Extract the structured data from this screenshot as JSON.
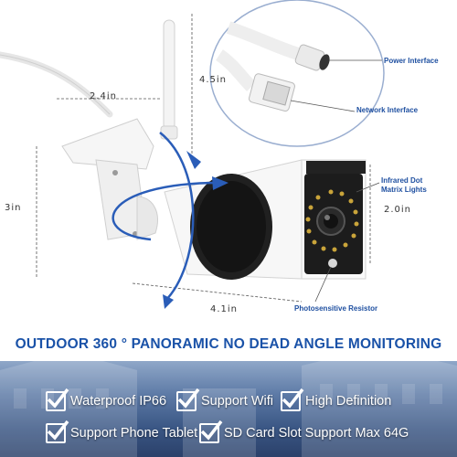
{
  "dimensions": {
    "width_top": "2.4in",
    "height_left": "3in",
    "height_antenna": "4.5in",
    "lens_height": "2.0in",
    "length_bottom": "4.1in"
  },
  "callouts": {
    "power": "Power Interface",
    "network": "Network Interface",
    "infrared": "Infrared Dot Matrix Lights",
    "photosensitive": "Photosensitive Resistor"
  },
  "headline": "OUTDOOR 360 ° PANORAMIC NO DEAD ANGLE MONITORING",
  "features": [
    "Waterproof IP66",
    "Support Wifi",
    "High Definition",
    "Support Phone Tablet",
    "SD Card Slot Support Max 64G"
  ],
  "colors": {
    "accent_blue": "#1a52a8",
    "arrow_blue": "#2a5db8",
    "banner_top": "#8fa7c8",
    "banner_bottom": "#2b416a"
  },
  "icons": [
    "check-icon",
    "rotation-arrow-icon"
  ]
}
